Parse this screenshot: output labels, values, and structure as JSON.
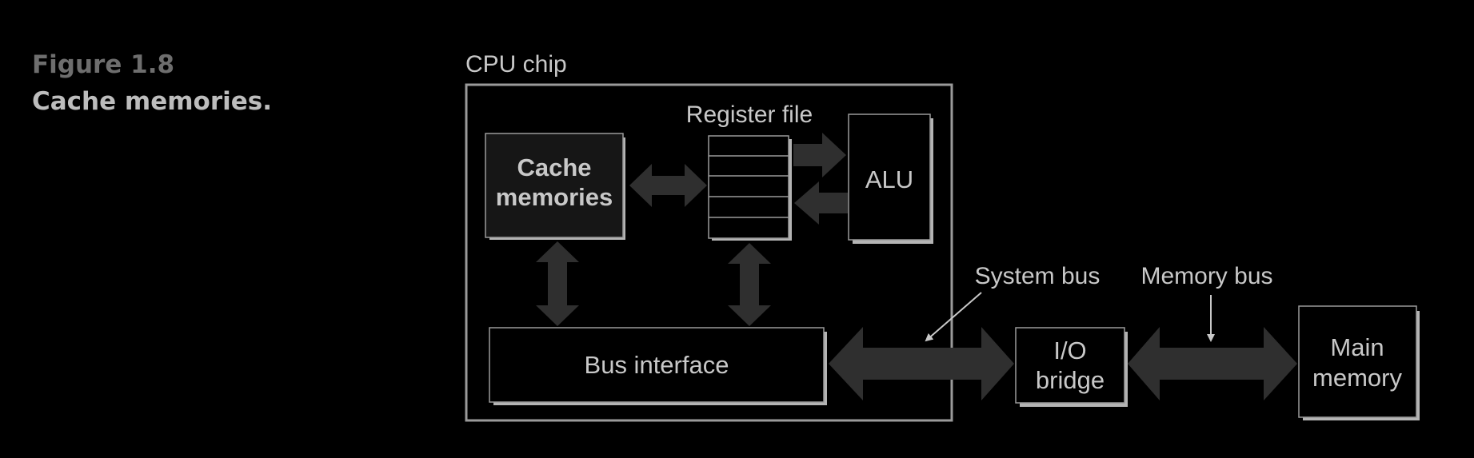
{
  "figure": {
    "number": "Figure 1.8",
    "title": "Cache memories."
  },
  "labels": {
    "cpu_chip": "CPU chip",
    "register_file": "Register file",
    "alu": "ALU",
    "cache_line1": "Cache",
    "cache_line2": "memories",
    "bus_interface": "Bus interface",
    "system_bus": "System bus",
    "memory_bus": "Memory bus",
    "io_bridge_line1": "I/O",
    "io_bridge_line2": "bridge",
    "main_memory_line1": "Main",
    "main_memory_line2": "memory"
  },
  "colors": {
    "background": "#000000",
    "outline": "#9a9a9a",
    "arrow_fill": "#2f2f2f",
    "box_shadow": "#b4b4b4",
    "text": "#c8c8c8"
  }
}
